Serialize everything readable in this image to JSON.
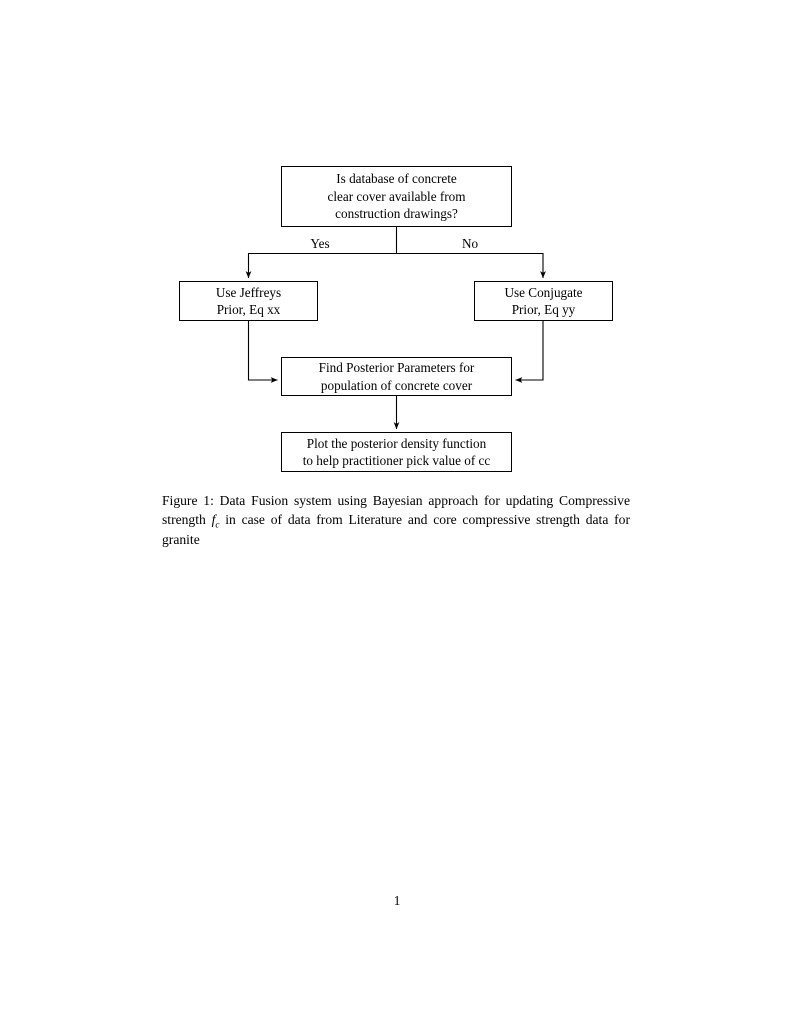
{
  "document": {
    "page_number": "1"
  },
  "figure": {
    "nodes": {
      "decision": {
        "line1": "Is database of concrete",
        "line2": "clear cover available from",
        "line3": "construction drawings?"
      },
      "jeffreys": {
        "line1": "Use Jeffreys",
        "line2": "Prior, Eq xx"
      },
      "conjugate": {
        "line1": "Use Conjugate",
        "line2": "Prior, Eq yy"
      },
      "posterior": {
        "line1": "Find Posterior Parameters for",
        "line2": "population of concrete cover"
      },
      "plot": {
        "line1": "Plot the posterior density function",
        "line2": "to help practitioner pick value of cc"
      }
    },
    "edge_labels": {
      "yes": "Yes",
      "no": "No"
    },
    "line_color": "#000000"
  },
  "caption": {
    "prefix": "Figure 1:",
    "text_before_symbol": "Data Fusion system using Bayesian approach for updating Compressive strength",
    "symbol_base": "f",
    "symbol_sub": "c",
    "text_after_symbol": "in case of data from Literature and core compressive strength data for granite"
  }
}
